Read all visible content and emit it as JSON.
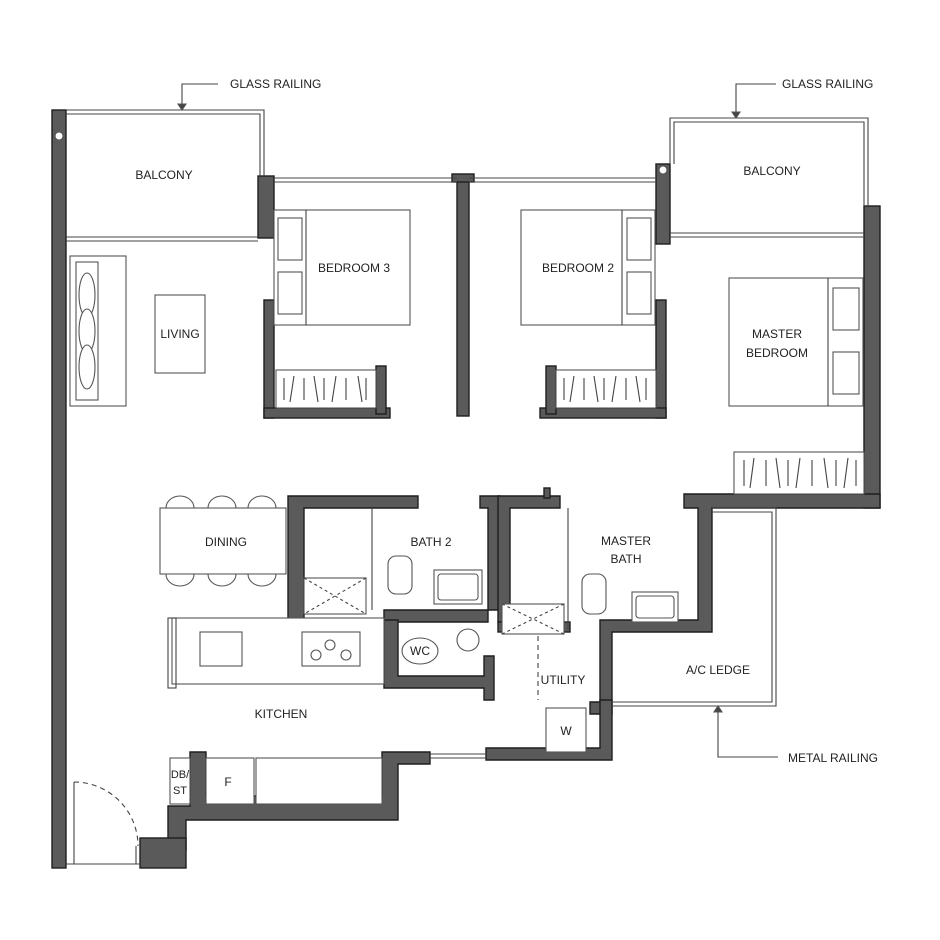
{
  "rooms": {
    "balcony_left": "BALCONY",
    "balcony_right": "BALCONY",
    "bedroom_3": "BEDROOM 3",
    "bedroom_2": "BEDROOM 2",
    "master_bedroom_line1": "MASTER",
    "master_bedroom_line2": "BEDROOM",
    "living": "LIVING",
    "dining": "DINING",
    "bath_2": "BATH 2",
    "master_bath_line1": "MASTER",
    "master_bath_line2": "BATH",
    "wc": "WC",
    "utility": "UTILITY",
    "washer": "W",
    "ac_ledge": "A/C LEDGE",
    "kitchen": "KITCHEN",
    "db_st_line1": "DB/",
    "db_st_line2": "ST",
    "fridge": "F"
  },
  "annotations": {
    "glass_railing_left": "GLASS RAILING",
    "glass_railing_right": "GLASS RAILING",
    "metal_railing": "METAL RAILING"
  }
}
